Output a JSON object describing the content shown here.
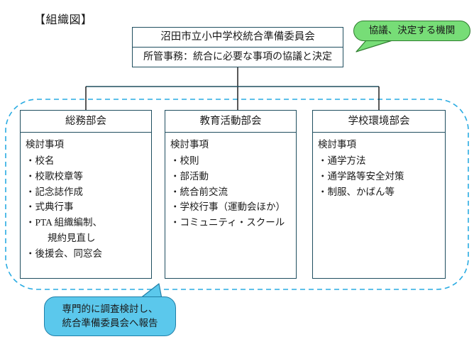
{
  "page": {
    "title": "【組織図】"
  },
  "committee": {
    "name": "沼田市立小中学校統合準備委員会",
    "duties": "所管事務：統合に必要な事項の協議と決定"
  },
  "callouts": {
    "top_right": {
      "text": "協議、決定する機関",
      "fill": "#77dd77",
      "border": "#2f7d2f"
    },
    "bottom_left": {
      "line1": "専門的に調査検討し、",
      "line2": "統合準備委員会へ報告",
      "fill": "#5bc8ec",
      "border": "#1f7fa8"
    }
  },
  "group_container": {
    "border_color": "#29abe2",
    "style": "dashed-rounded"
  },
  "departments": [
    {
      "title": "総務部会",
      "heading": "検討事項",
      "items": [
        {
          "text": "・校名"
        },
        {
          "text": "・校歌校章等"
        },
        {
          "text": "・記念誌作成"
        },
        {
          "text": "・式典行事"
        },
        {
          "text": "・PTA 組織編制、",
          "cont": "規約見直し"
        },
        {
          "text": "・後援会、同窓会"
        }
      ]
    },
    {
      "title": "教育活動部会",
      "heading": "検討事項",
      "items": [
        {
          "text": "・校則"
        },
        {
          "text": "・部活動"
        },
        {
          "text": "・統合前交流"
        },
        {
          "text": "・学校行事（運動会ほか）"
        },
        {
          "text": "・コミュニティ・スクール"
        }
      ]
    },
    {
      "title": "学校環境部会",
      "heading": "検討事項",
      "items": [
        {
          "text": "・通学方法"
        },
        {
          "text": "・通学路等安全対策"
        },
        {
          "text": "・制服、かばん等"
        }
      ]
    }
  ],
  "colors": {
    "box_border": "#1f4e5f",
    "dashed_container": "#29abe2"
  }
}
